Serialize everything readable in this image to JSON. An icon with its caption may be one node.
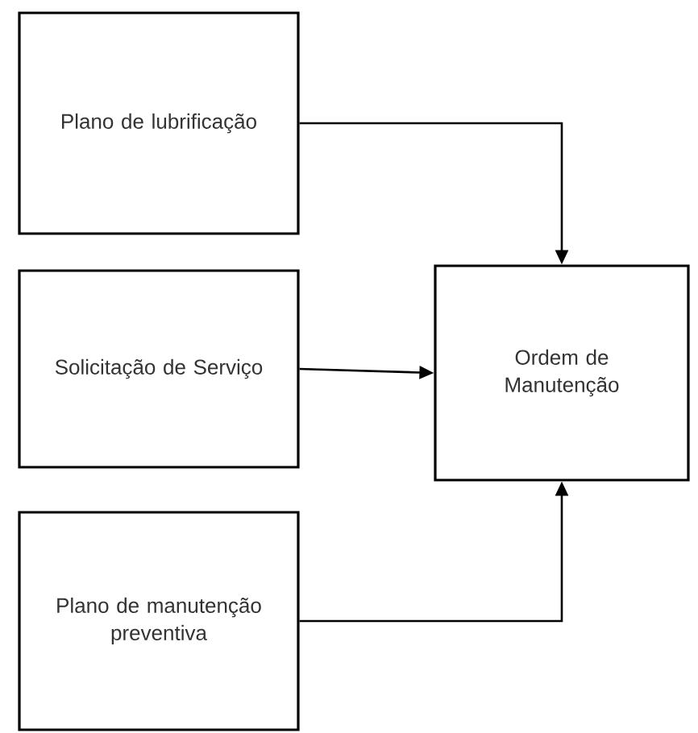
{
  "diagram": {
    "nodes": [
      {
        "text": [
          "Plano de lubrificação"
        ]
      },
      {
        "text": [
          "Solicitação de Serviço"
        ]
      },
      {
        "text": [
          "Plano de manutenção preventiva"
        ]
      },
      {
        "text": [
          "Ordem de Manutenção"
        ]
      }
    ],
    "edges": [
      {
        "from": 0,
        "to": 3,
        "arrow": "to"
      },
      {
        "from": 1,
        "to": 3,
        "arrow": "to"
      },
      {
        "from": 2,
        "to": 3,
        "arrow": "to"
      }
    ]
  }
}
